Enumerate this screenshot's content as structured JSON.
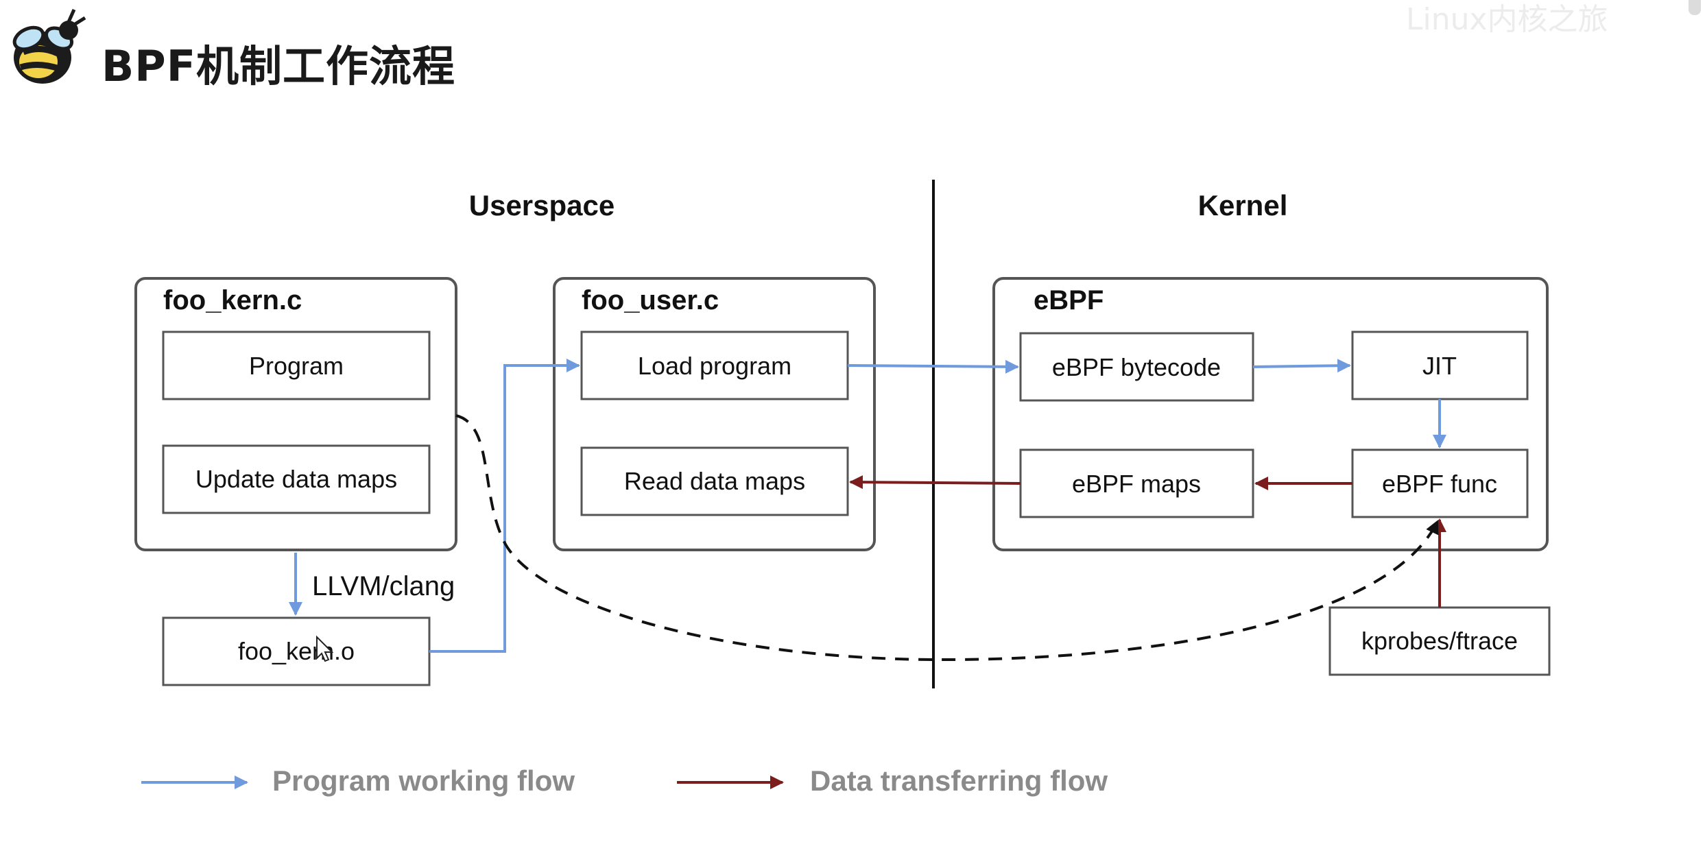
{
  "page": {
    "title": "BPF机制工作流程",
    "watermark": "Linux内核之旅"
  },
  "diagram": {
    "zones": {
      "userspace": "Userspace",
      "kernel": "Kernel"
    },
    "groups": {
      "foo_kern": "foo_kern.c",
      "foo_user": "foo_user.c",
      "ebpf": "eBPF"
    },
    "nodes": {
      "program": "Program",
      "update_maps": "Update data maps",
      "foo_kern_o": "foo_kern.o",
      "load_program": "Load program",
      "read_maps": "Read data maps",
      "bytecode": "eBPF bytecode",
      "jit": "JIT",
      "ebpf_maps": "eBPF maps",
      "ebpf_func": "eBPF func",
      "kprobes": "kprobes/ftrace"
    },
    "edges": {
      "compile": "LLVM/clang"
    },
    "legend": {
      "program_flow": "Program working flow",
      "data_flow": "Data transferring flow"
    },
    "colors": {
      "program_flow": "#6f9ade",
      "data_flow": "#7b1d1d",
      "box_border": "#555555"
    }
  }
}
